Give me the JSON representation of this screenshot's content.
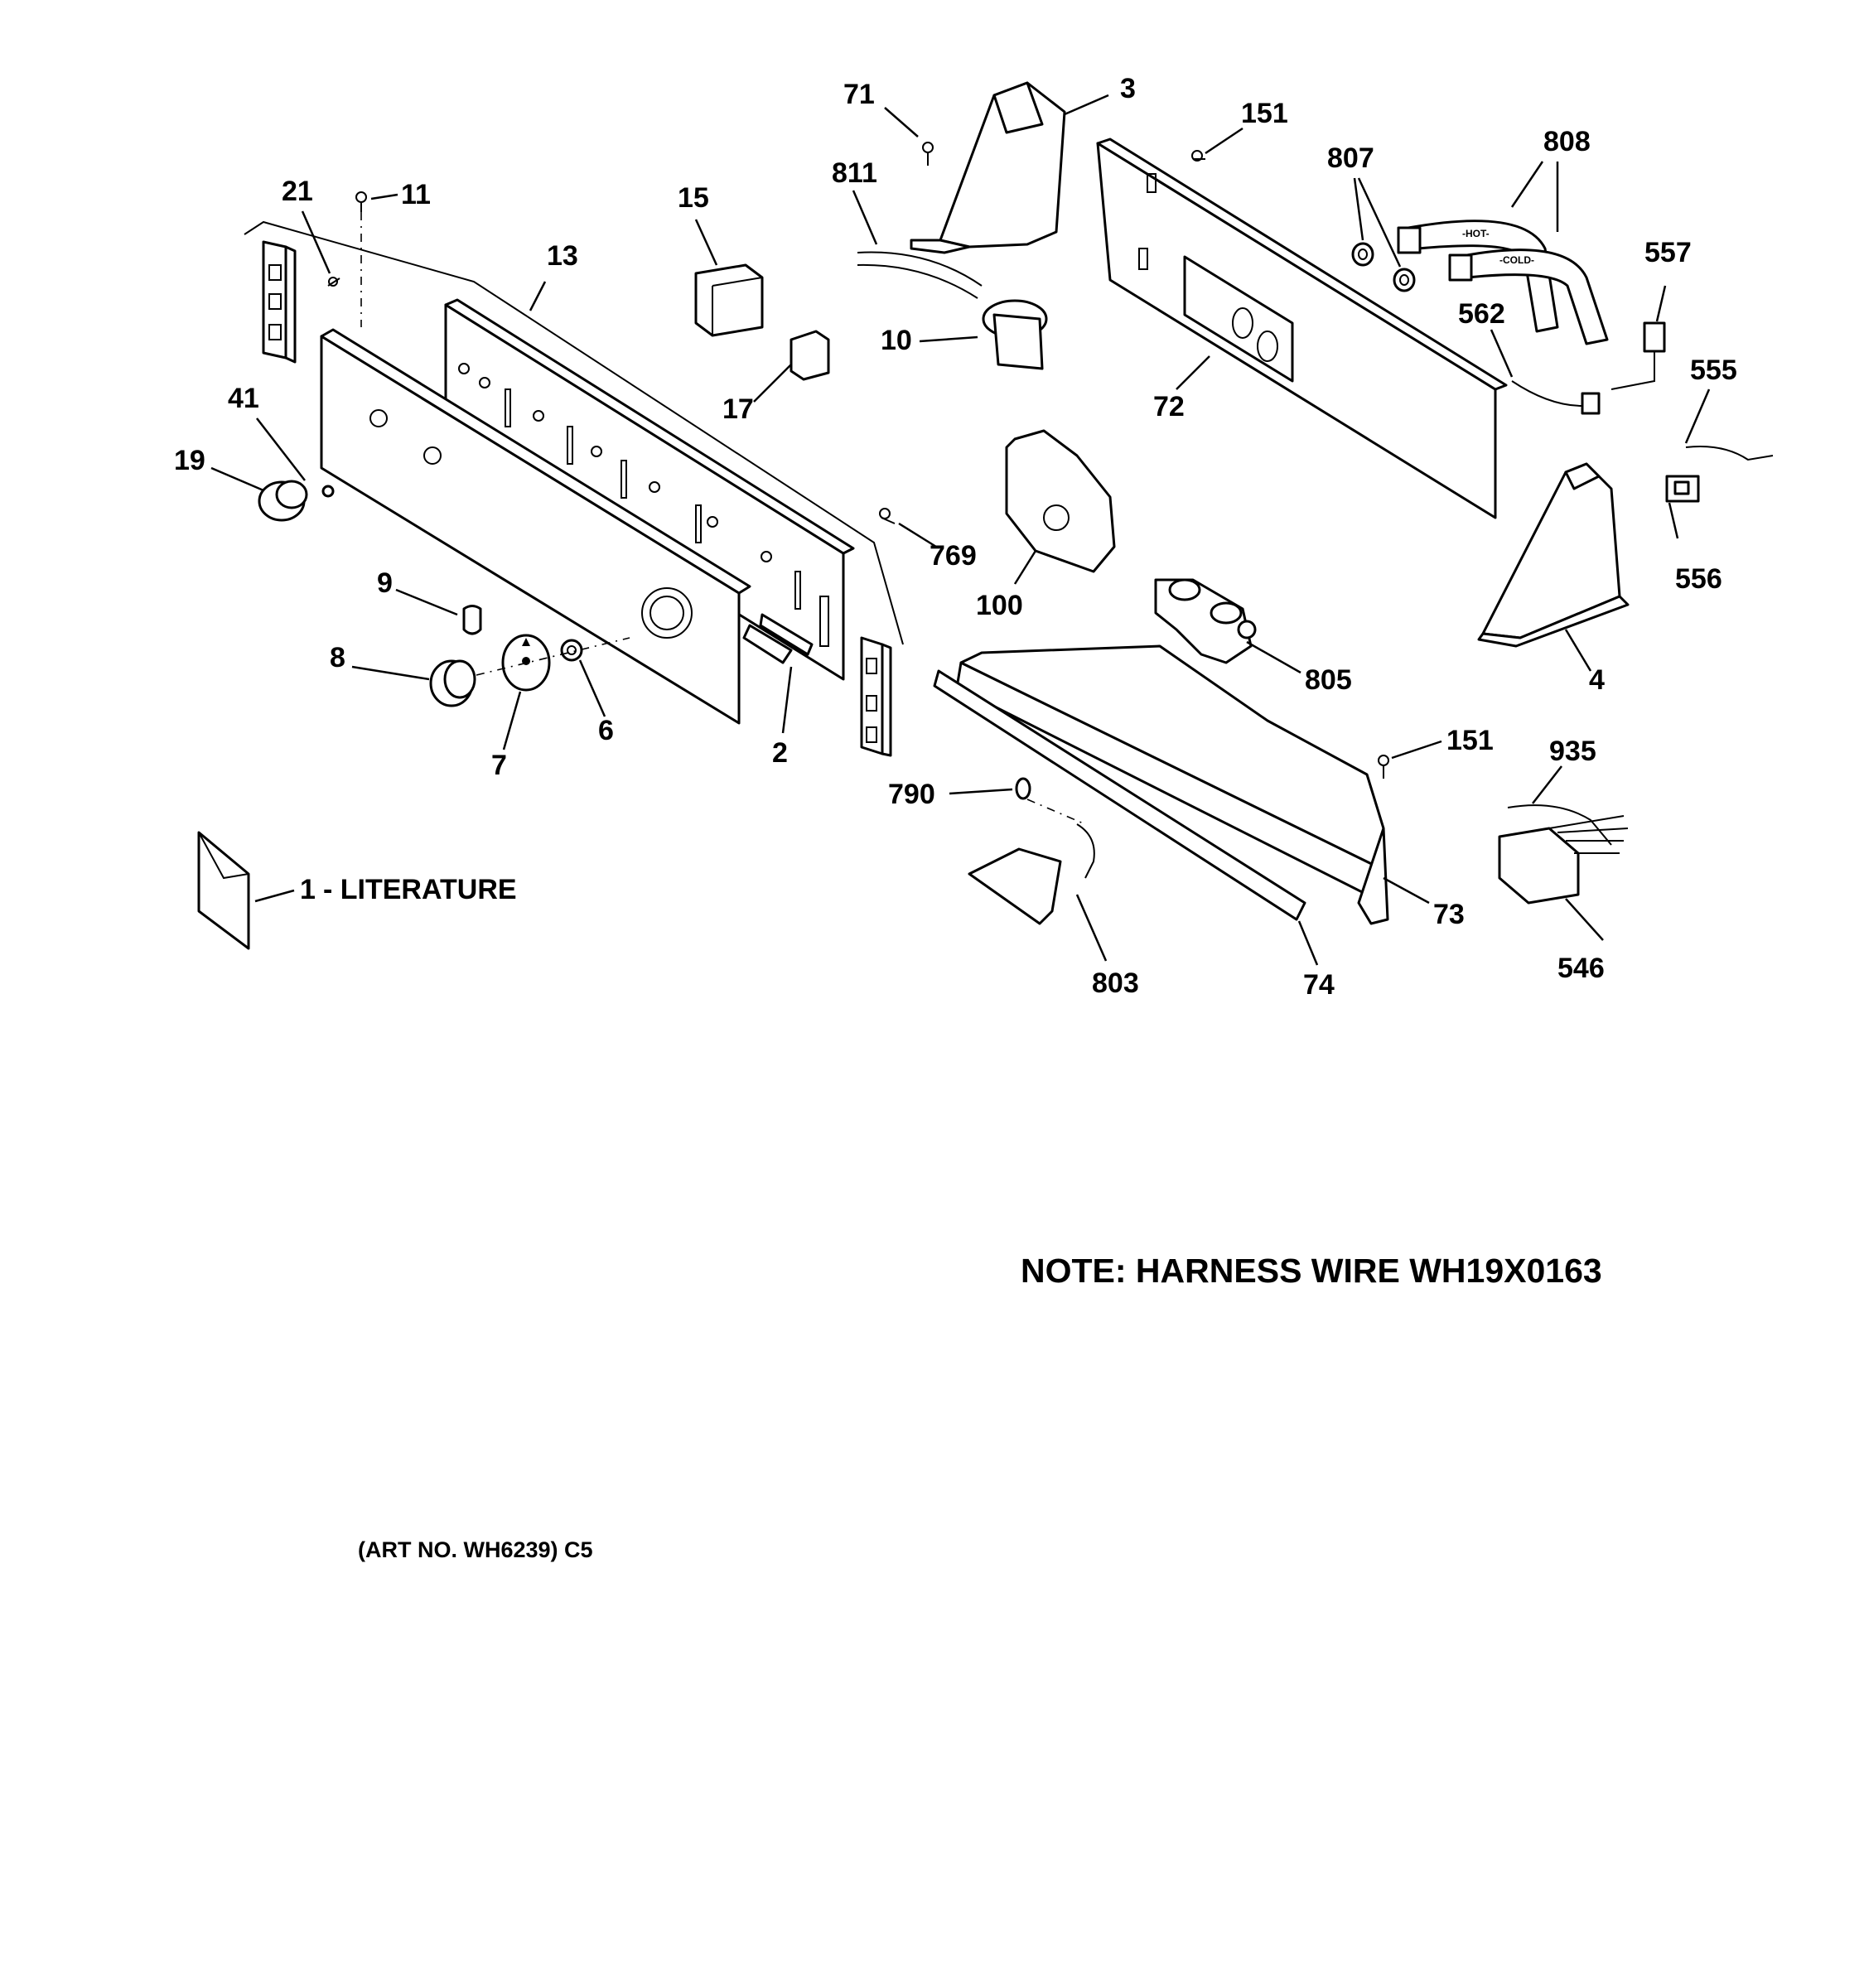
{
  "labels": {
    "p71": "71",
    "p3": "3",
    "p151a": "151",
    "p807": "807",
    "p808": "808",
    "p811": "811",
    "p15": "15",
    "p21": "21",
    "p11": "11",
    "p13": "13",
    "p557": "557",
    "p562": "562",
    "p10": "10",
    "p72": "72",
    "p555": "555",
    "p41": "41",
    "p17": "17",
    "p19": "19",
    "p769": "769",
    "p556": "556",
    "p100": "100",
    "p9": "9",
    "p805": "805",
    "p4": "4",
    "p8": "8",
    "p6": "6",
    "p2": "2",
    "p7": "7",
    "p151b": "151",
    "p935": "935",
    "p790": "790",
    "p1": "1",
    "literature": "- LITERATURE",
    "p73": "73",
    "p546": "546",
    "p803": "803",
    "p74": "74"
  },
  "note": "NOTE: HARNESS WIRE WH19X0163",
  "art_number": "(ART NO. WH6239) C5",
  "hose_marks": {
    "hot": "-HOT-",
    "cold": "-COLD-"
  }
}
